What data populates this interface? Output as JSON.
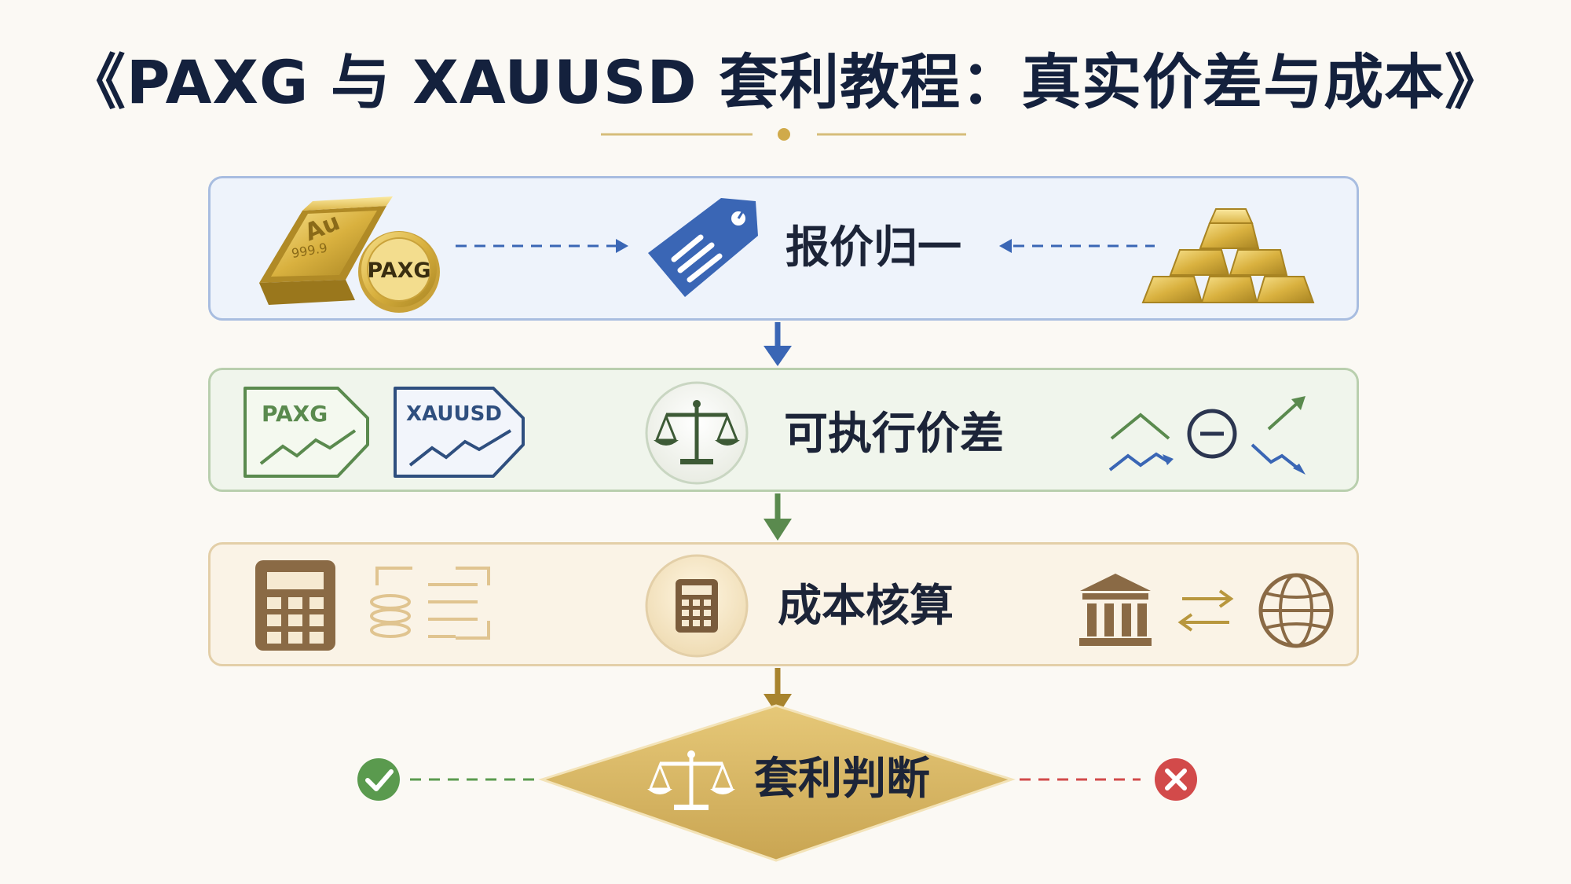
{
  "title": "《PAXG 与 XAUUSD 套利教程：真实价差与成本》",
  "steps": {
    "step1": "报价归一",
    "step2": "可执行价差",
    "step3": "成本核算",
    "step4": "套利判断"
  },
  "icons": {
    "gold_bar_engraving": "Au",
    "gold_bar_purity": "999.9",
    "coin_label": "PAXG",
    "chart_card_1": "PAXG",
    "chart_card_2": "XAUUSD"
  },
  "colors": {
    "navy": "#14213d",
    "blue": "#3a66b5",
    "green": "#5a8a4e",
    "gold": "#b8973e",
    "brown": "#8a6a45",
    "check": "#5a9a4e",
    "cross": "#d24a4a"
  }
}
